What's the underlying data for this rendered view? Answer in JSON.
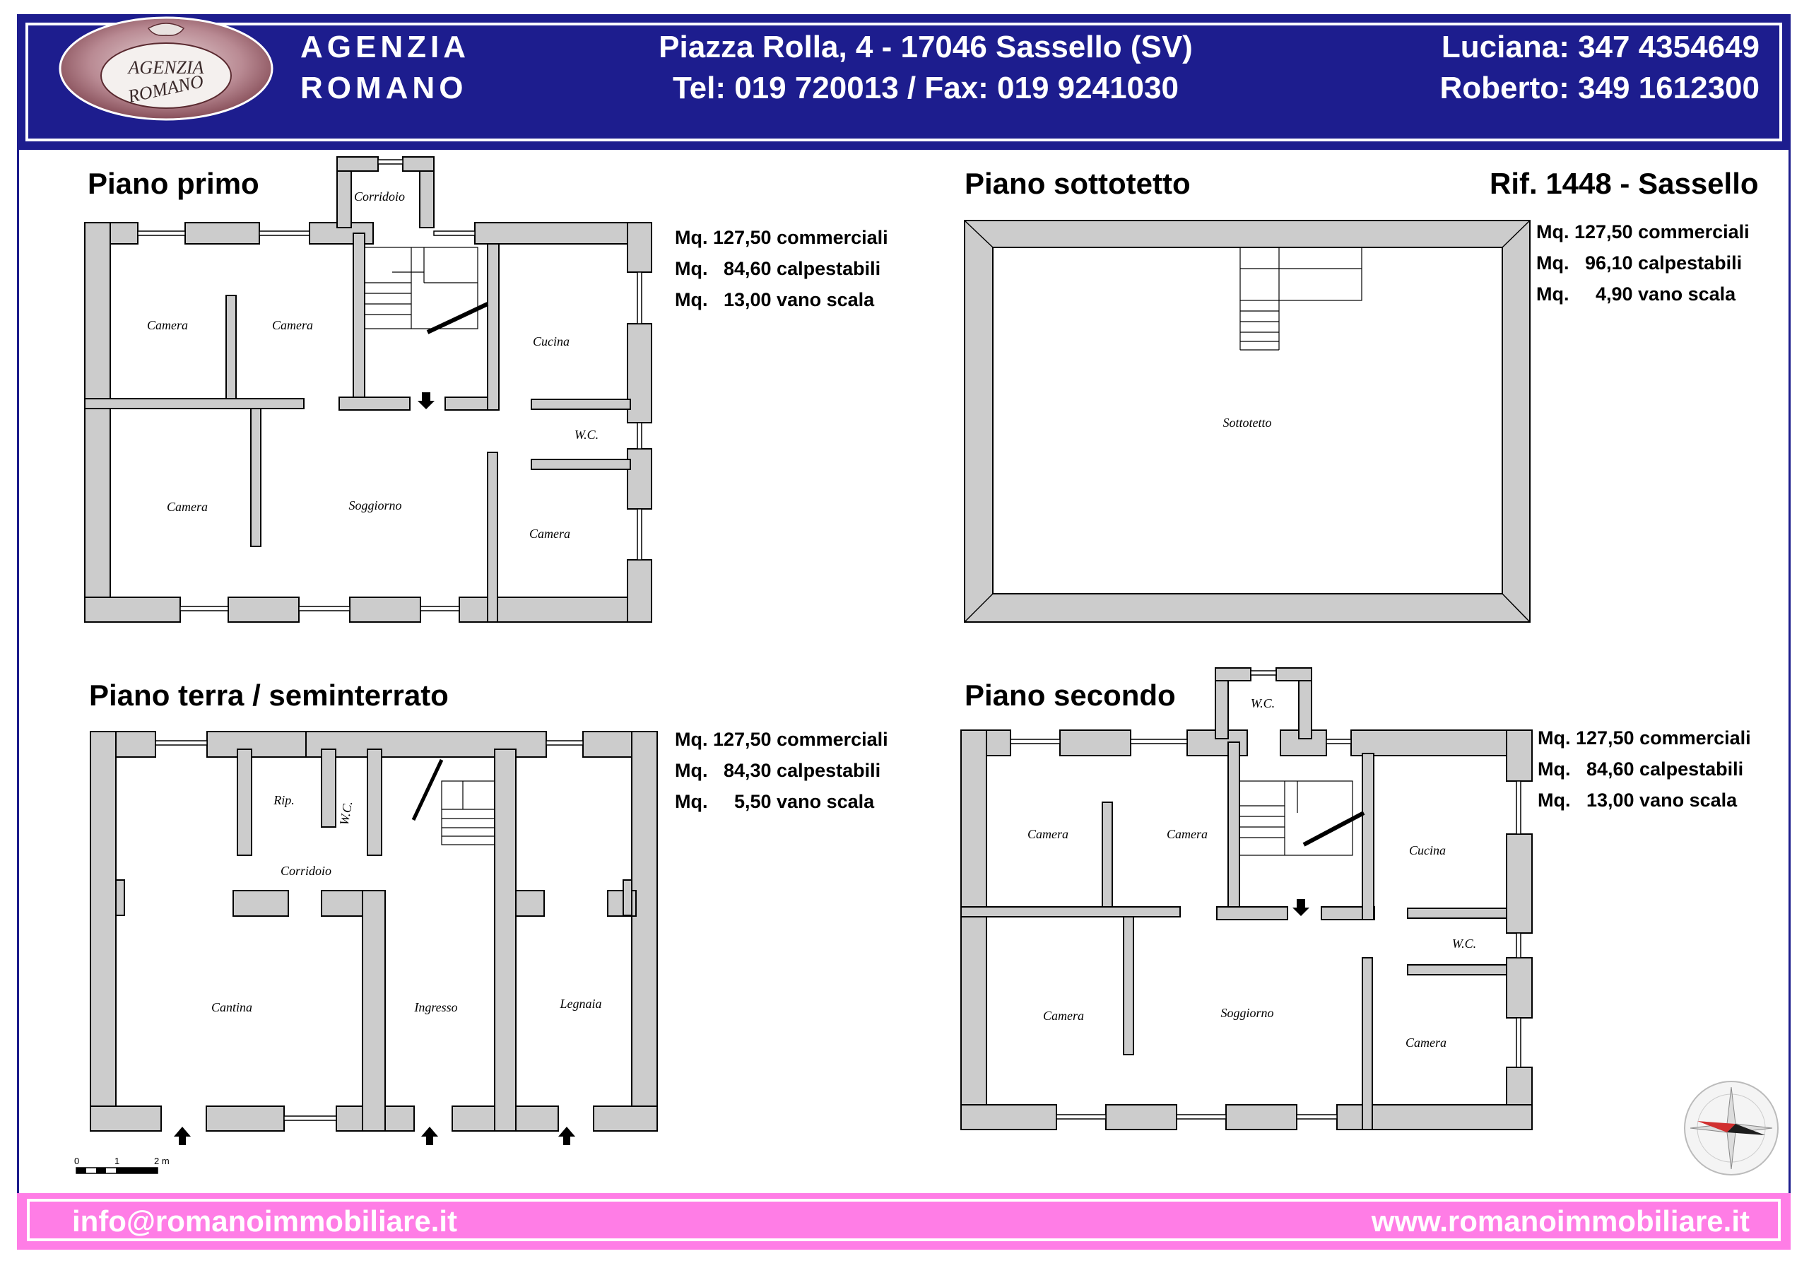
{
  "header": {
    "agency_line1": "AGENZIA",
    "agency_line2": "ROMANO",
    "address": "Piazza Rolla, 4 - 17046 Sassello (SV)",
    "phone_fax": "Tel: 019 720013 / Fax: 019 9241030",
    "contact1": "Luciana: 347 4354649",
    "contact2": "Roberto: 349 1612300",
    "logo_text_top": "AGENZIA",
    "logo_text_bottom": "ROMANO"
  },
  "colors": {
    "header_bg": "#1d1d8e",
    "footer_bg": "#ff7de6",
    "wall_fill": "#cccccc",
    "wall_stroke": "#000000"
  },
  "reference": "Rif. 1448 - Sassello",
  "plans": {
    "primo": {
      "title": "Piano primo",
      "info1": "Mq. 127,50 commerciali",
      "info2": "Mq.   84,60 calpestabili",
      "info3": "Mq.   13,00 vano scala",
      "rooms": [
        "Corridoio",
        "Camera",
        "Camera",
        "Cucina",
        "W.C.",
        "Camera",
        "Soggiorno",
        "Camera"
      ]
    },
    "sottotetto": {
      "title": "Piano sottotetto",
      "info1": "Mq. 127,50 commerciali",
      "info2": "Mq.   96,10 calpestabili",
      "info3": "Mq.     4,90 vano scala",
      "rooms": [
        "Sottotetto"
      ]
    },
    "terra": {
      "title": "Piano terra / seminterrato",
      "info1": "Mq. 127,50 commerciali",
      "info2": "Mq.   84,30 calpestabili",
      "info3": "Mq.     5,50 vano scala",
      "rooms": [
        "Rip.",
        "W.C.",
        "Corridoio",
        "Cantina",
        "Ingresso",
        "Legnaia"
      ]
    },
    "secondo": {
      "title": "Piano secondo",
      "info1": "Mq. 127,50 commerciali",
      "info2": "Mq.   84,60 calpestabili",
      "info3": "Mq.   13,00 vano scala",
      "rooms": [
        "W.C.",
        "Camera",
        "Camera",
        "Cucina",
        "W.C.",
        "Camera",
        "Soggiorno",
        "Camera"
      ]
    }
  },
  "scale": {
    "t0": "0",
    "t1": "1",
    "t2": "2 m"
  },
  "footer": {
    "email": "info@romanoimmobiliare.it",
    "website": "www.romanoimmobiliare.it"
  },
  "icons": {
    "compass": "compass-rose-icon"
  }
}
